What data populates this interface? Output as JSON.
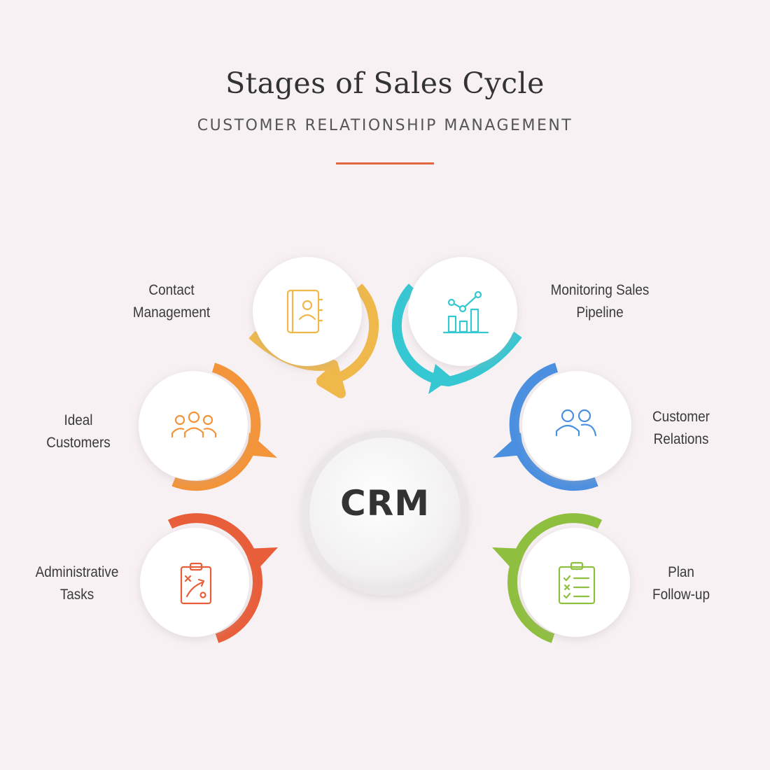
{
  "header": {
    "title": "Stages of Sales Cycle",
    "subtitle": "CUSTOMER RELATIONSHIP MANAGEMENT"
  },
  "center": {
    "label": "CRM"
  },
  "colors": {
    "background": "#f7f1f3",
    "accent_rule": "#e2673f",
    "contact_management": "#eeb84a",
    "monitoring_sales_pipeline": "#35c7d2",
    "ideal_customers": "#f3943a",
    "customer_relations": "#4a8fe0",
    "administrative_tasks": "#e85e3a",
    "plan_follow_up": "#8fbf3f"
  },
  "stages": [
    {
      "id": "contact_management",
      "line1": "Contact",
      "line2": "Management",
      "icon": "address-book-icon"
    },
    {
      "id": "monitoring_sales_pipeline",
      "line1": "Monitoring Sales",
      "line2": "Pipeline",
      "icon": "growth-chart-icon"
    },
    {
      "id": "ideal_customers",
      "line1": "Ideal",
      "line2": "Customers",
      "icon": "group-icon"
    },
    {
      "id": "customer_relations",
      "line1": "Customer",
      "line2": "Relations",
      "icon": "two-users-icon"
    },
    {
      "id": "administrative_tasks",
      "line1": "Administrative",
      "line2": "Tasks",
      "icon": "strategy-clipboard-icon"
    },
    {
      "id": "plan_follow_up",
      "line1": "Plan",
      "line2": "Follow-up",
      "icon": "checklist-clipboard-icon"
    }
  ]
}
